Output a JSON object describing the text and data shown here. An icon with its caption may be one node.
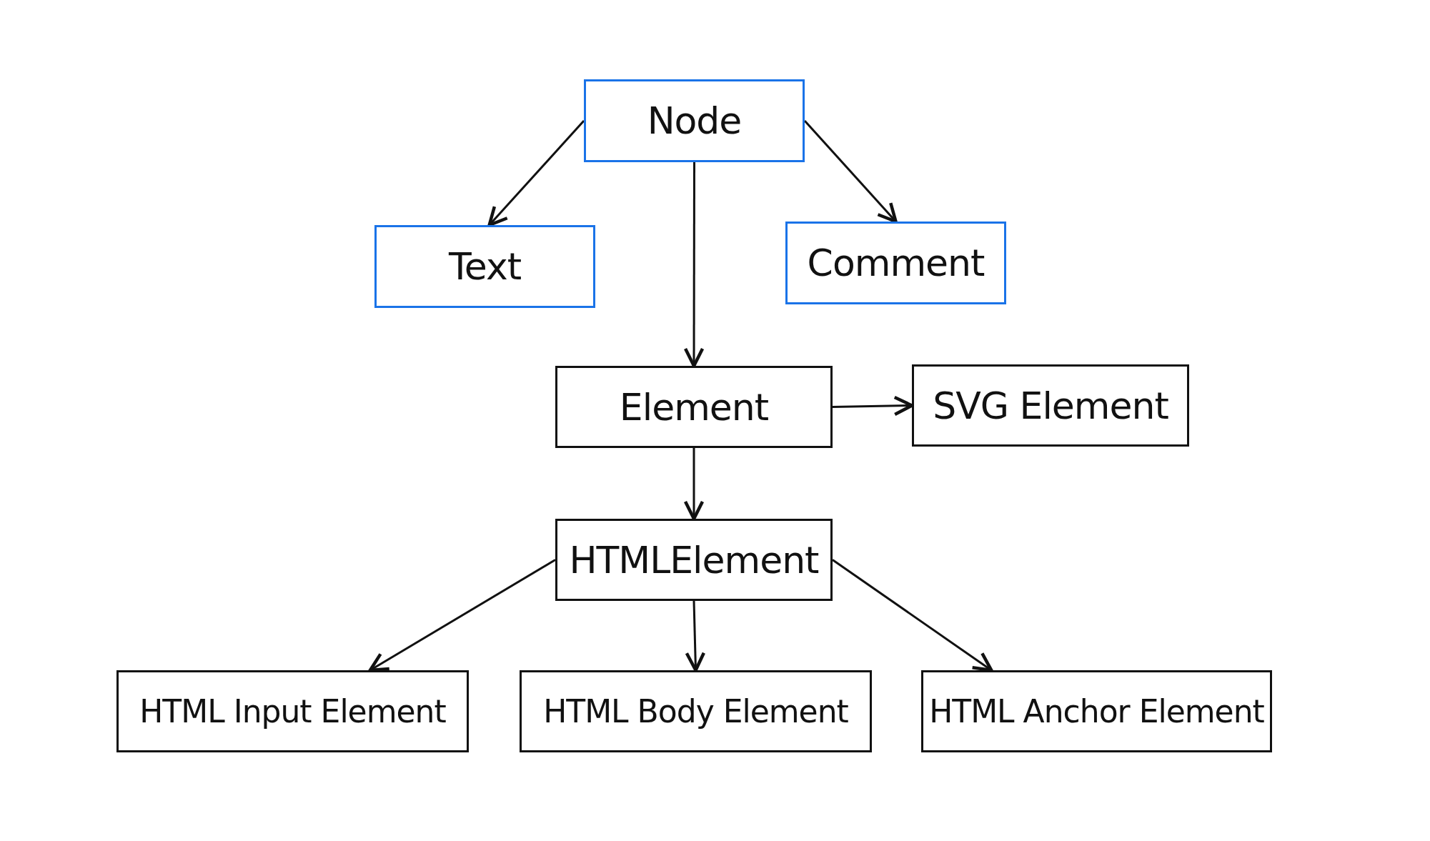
{
  "diagram": {
    "nodes": [
      {
        "text": [
          "Node"
        ]
      },
      {
        "text": [
          "Text"
        ]
      },
      {
        "text": [
          "Comment"
        ]
      },
      {
        "text": [
          "Element"
        ]
      },
      {
        "text": [
          "SVG Element"
        ]
      },
      {
        "text": [
          "HTMLElement"
        ]
      },
      {
        "text": [
          "HTML Input Element"
        ]
      },
      {
        "text": [
          "HTML Body Element"
        ]
      },
      {
        "text": [
          "HTML Anchor Element"
        ]
      }
    ],
    "edges": [
      {
        "from": 0,
        "to": 1,
        "arrow": "to"
      },
      {
        "from": 0,
        "to": 3,
        "arrow": "to"
      },
      {
        "from": 0,
        "to": 2,
        "arrow": "to"
      },
      {
        "from": 3,
        "to": 4,
        "arrow": "to"
      },
      {
        "from": 3,
        "to": 5,
        "arrow": "to"
      },
      {
        "from": 5,
        "to": 6,
        "arrow": "to"
      },
      {
        "from": 5,
        "to": 7,
        "arrow": "to"
      },
      {
        "from": 5,
        "to": 8,
        "arrow": "to"
      }
    ]
  }
}
